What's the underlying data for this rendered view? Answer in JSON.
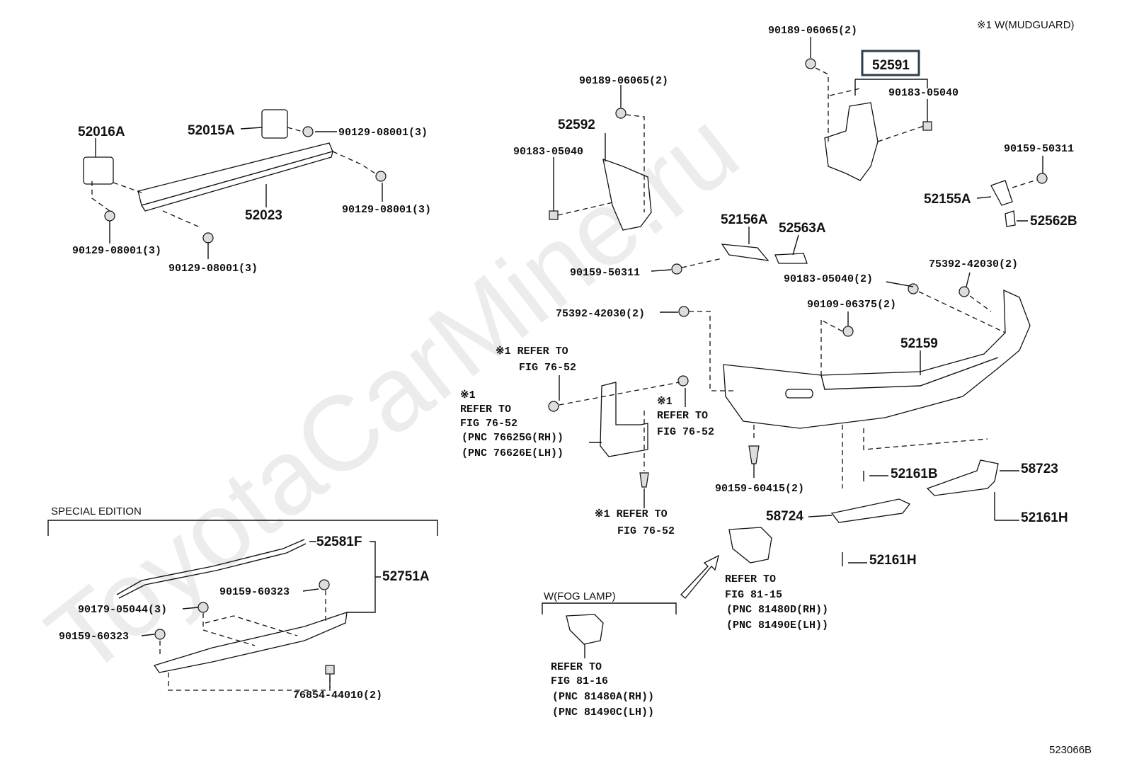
{
  "watermark": "ToyotaCarMine.ru",
  "note": "※1  W(MUDGUARD)",
  "figure_id": "523066B",
  "highlight_color": "#2c3e4a",
  "labels": {
    "p90189a": "90189-06065(2)",
    "p52591": "52591",
    "p90183a": "90183-05040",
    "p90189b": "90189-06065(2)",
    "p52592": "52592",
    "p90183b": "90183-05040",
    "p52016A": "52016A",
    "p52015A": "52015A",
    "p90129a": "90129-08001(3)",
    "p52023": "52023",
    "p90129b": "90129-08001(3)",
    "p90129c": "90129-08001(3)",
    "p90129d": "90129-08001(3)",
    "p90159a": "90159-50311",
    "p52155A": "52155A",
    "p52562B": "52562B",
    "p52156A": "52156A",
    "p52563A": "52563A",
    "p90159b": "90159-50311",
    "p90183c": "90183-05040(2)",
    "p75392a": "75392-42030(2)",
    "p75392b": "75392-42030(2)",
    "p90109": "90109-06375(2)",
    "p52159": "52159",
    "p90159c": "90159-60415(2)",
    "p52161B": "52161B",
    "p58723": "58723",
    "p58724": "58724",
    "p52161Ha": "52161H",
    "p52161Hb": "52161H",
    "p52581F": "52581F",
    "p52751A": "52751A",
    "p90159d": "90159-60323",
    "p90179": "90179-05044(3)",
    "p90159e": "90159-60323",
    "p76854": "76854-44010(2)"
  },
  "refs": {
    "r1": [
      "※1 REFER TO",
      "FIG 76-52"
    ],
    "r2": [
      "※1",
      "REFER TO",
      "FIG 76-52",
      "(PNC 76625G(RH))",
      "(PNC 76626E(LH))"
    ],
    "r3": [
      "※1",
      "REFER TO",
      "FIG 76-52"
    ],
    "r4": [
      "※1 REFER TO",
      "FIG 76-52"
    ],
    "r5": [
      "REFER TO",
      "FIG 81-15",
      "(PNC 81480D(RH))",
      "(PNC 81490E(LH))"
    ],
    "r6": [
      "REFER TO",
      "FIG 81-16",
      "(PNC 81480A(RH))",
      "(PNC 81490C(LH))"
    ]
  },
  "groups": {
    "special": "SPECIAL EDITION",
    "fog": "W(FOG LAMP)"
  }
}
